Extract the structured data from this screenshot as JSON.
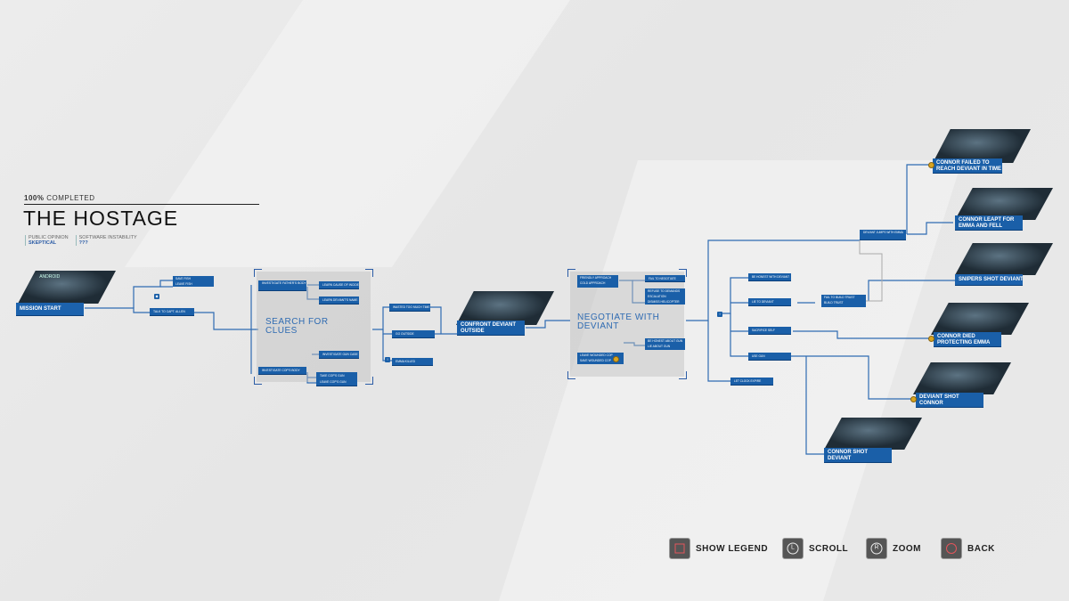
{
  "header": {
    "percent": "100%",
    "completed_label": "COMPLETED",
    "title": "THE HOSTAGE",
    "stats": [
      {
        "label": "PUBLIC OPINION",
        "value": "SKEPTICAL"
      },
      {
        "label": "SOFTWARE INSTABILITY",
        "value": "???"
      }
    ]
  },
  "nodes": {
    "mission_start": "MISSION START",
    "android_label": "ANDROID",
    "save_fish": "SAVE FISH",
    "leave_fish": "LEAVE FISH",
    "talk_capt": "TALK TO CAPT. ALLEN",
    "investigate_father": "INVESTIGATE FATHER'S BODY",
    "learn_cause": "LEARN CAUSE OF INCIDENT",
    "learn_name": "LEARN DEVIANT'S NAME",
    "investigate_gun": "INVESTIGATE GUN CASE",
    "investigate_cop": "INVESTIGATE COP'S BODY",
    "take_gun": "TAKE COP'S GUN",
    "leave_gun": "LEAVE COP'S GUN",
    "wasted_time": "WASTED TOO MUCH TIME",
    "go_outside": "GO OUTSIDE",
    "emma_killed": "EMMA KILLED",
    "confront": "CONFRONT DEVIANT OUTSIDE",
    "friendly": "FRIENDLY APPROACH",
    "cold": "COLD APPROACH",
    "fail_negotiate": "FAIL TO NEGOTIATE",
    "refuse_demands": "REFUSE TO DEMANDS ESCALATION",
    "dismiss_heli": "DISMISS HELICOPTER",
    "be_honest_gun": "BE HONEST ABOUT GUN",
    "lie_gun": "LIE ABOUT GUN",
    "leave_wounded": "LEAVE WOUNDED COP",
    "save_wounded": "SAVE WOUNDED COP",
    "honest_deviant": "BE HONEST WITH DEVIANT",
    "lie_deviant": "LIE TO DEVIANT",
    "sacrifice": "SACRIFICE SELF",
    "use_gun": "USE GUN",
    "let_clock": "LET CLOCK EXPIRE",
    "fail_trust": "FAIL TO BUILD TRUST",
    "build_trust": "BUILD TRUST",
    "deviant_jumps": "DEVIANT JUMPS WITH EMMA",
    "end_failed": "CONNOR FAILED TO REACH DEVIANT IN TIME",
    "end_leapt": "CONNOR LEAPT FOR EMMA AND FELL",
    "end_snipers": "SNIPERS SHOT DEVIANT",
    "end_died": "CONNOR DIED PROTECTING EMMA",
    "end_deviant_shot": "DEVIANT SHOT CONNOR",
    "end_connor_shot": "CONNOR SHOT DEVIANT"
  },
  "chapters": {
    "search": "SEARCH FOR CLUES",
    "negotiate": "NEGOTIATE WITH DEVIANT"
  },
  "legend": [
    {
      "glyph": "square",
      "label": "SHOW LEGEND"
    },
    {
      "glyph": "L",
      "label": "SCROLL"
    },
    {
      "glyph": "R",
      "label": "ZOOM"
    },
    {
      "glyph": "circle",
      "label": "BACK"
    }
  ],
  "colors": {
    "node": "#1a5fa8",
    "line": "#2f6bb2",
    "accent": "#e4555b",
    "trophy": "#d9a520"
  }
}
